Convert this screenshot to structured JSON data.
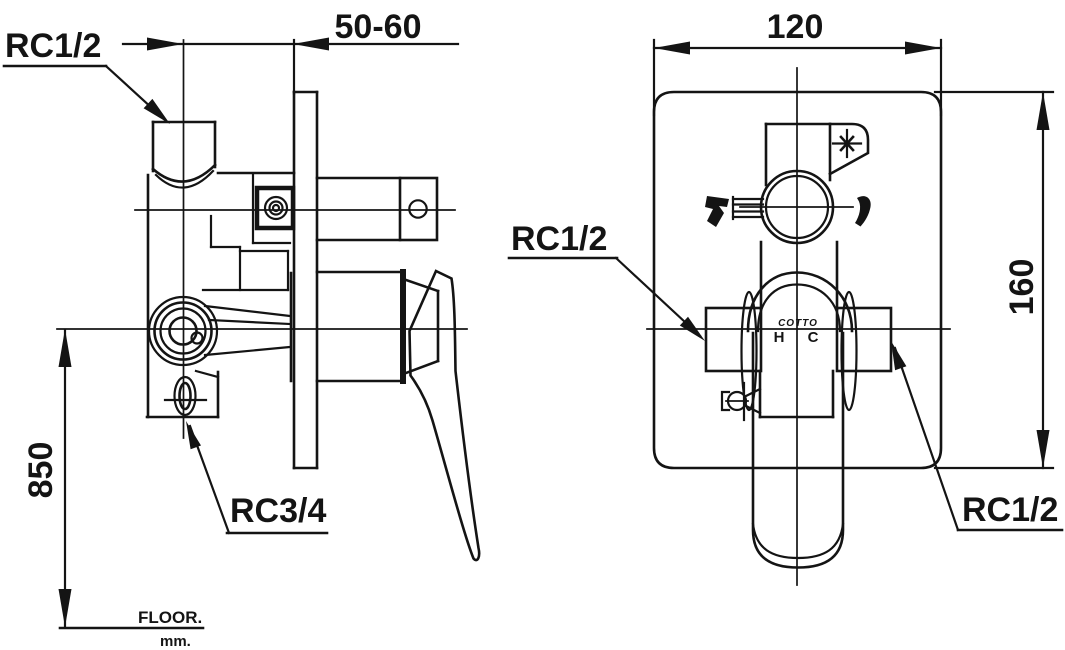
{
  "drawing": {
    "background_color": "#ffffff",
    "line_color": "#141414",
    "description": "Concealed shower mixing valve installation drawing, side view and front view"
  },
  "left_view": {
    "label_inlet_top": "RC1/2",
    "label_inlet_bottom": "RC3/4",
    "dim_wall_depth": "50-60",
    "dim_floor_height": "850",
    "floor_label": "FLOOR.",
    "floor_unit": "mm."
  },
  "right_view": {
    "dim_width": "120",
    "dim_height": "160",
    "label_port_left": "RC1/2",
    "label_port_right": "RC1/2",
    "brand_mark": "COTTO",
    "hot_mark": "H",
    "cold_mark": "C"
  }
}
